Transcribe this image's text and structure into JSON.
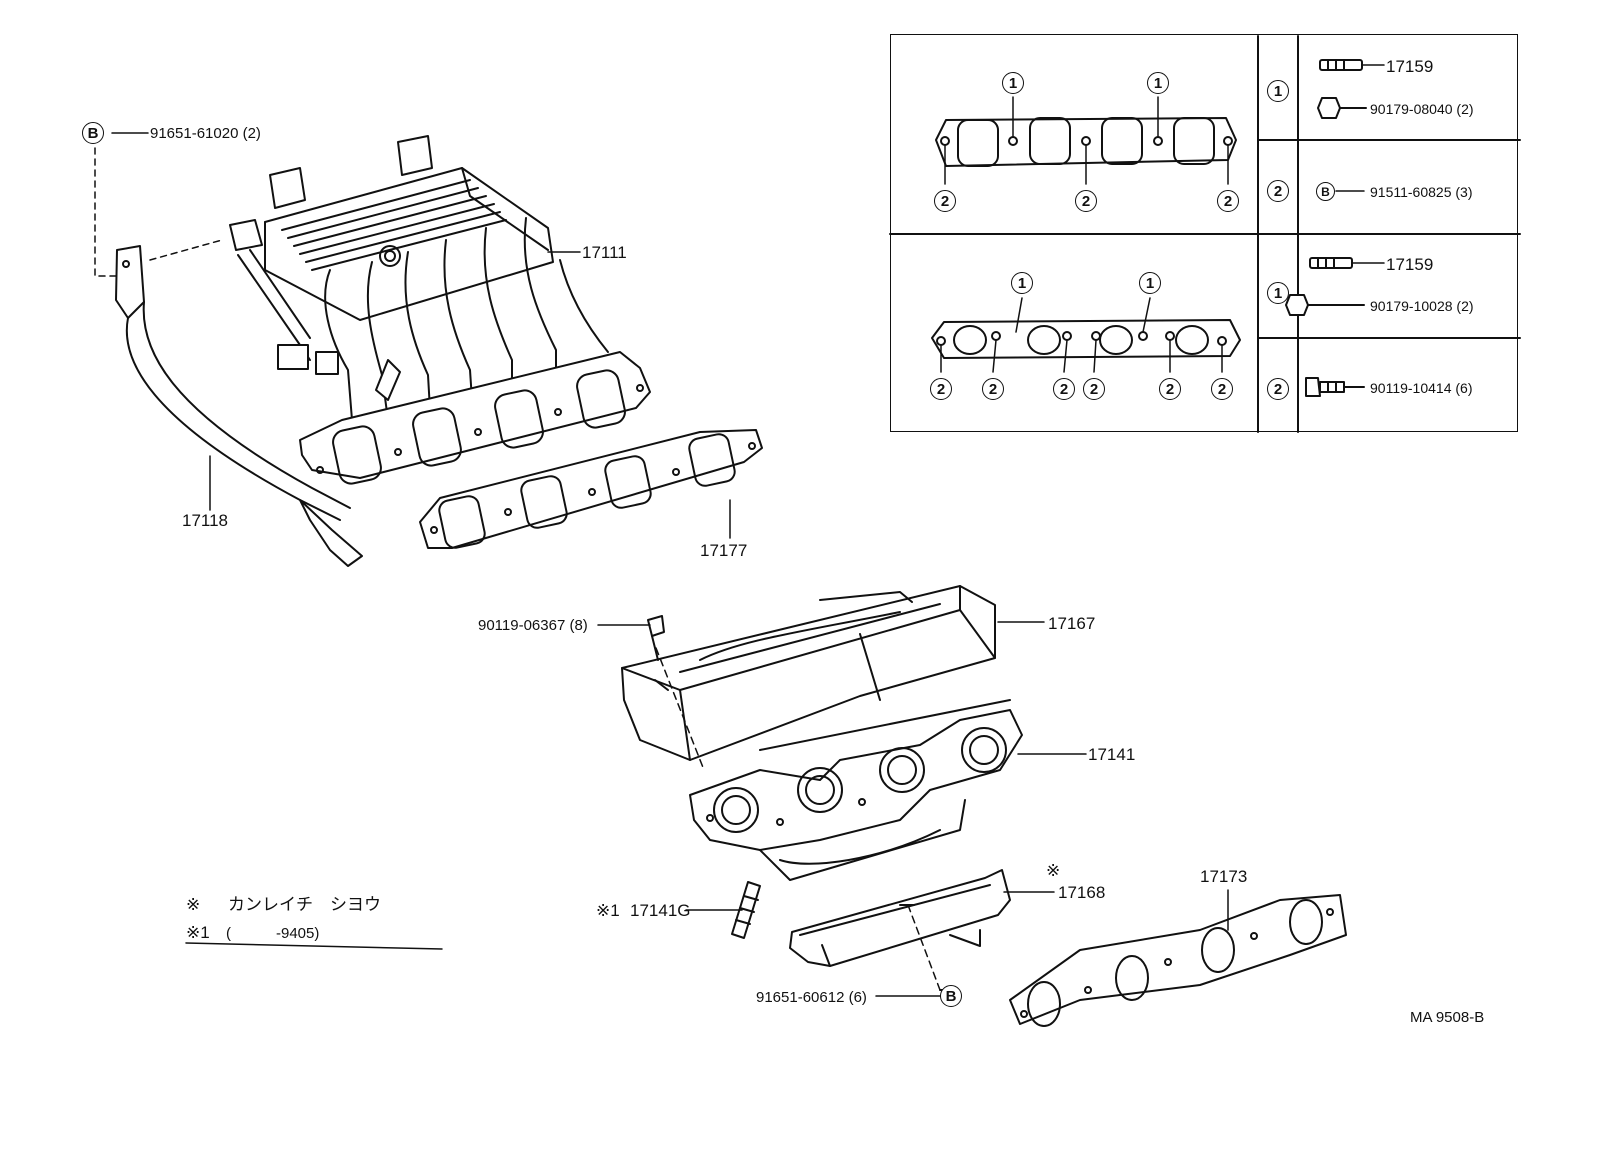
{
  "diagram_code": "MA 9508-B",
  "parts": {
    "intake_manifold": "17111",
    "stay": "17118",
    "intake_gasket": "17177",
    "heat_insulator_upper": "17167",
    "exhaust_manifold": "17141",
    "heat_insulator_lower": "17168",
    "exhaust_gasket": "17173",
    "stud": "17141G"
  },
  "fasteners": {
    "stay_bolt": "91651-61020 (2)",
    "insulator_bolt": "90119-06367 (8)",
    "lower_insulator_bolt": "91651-60612 (6)"
  },
  "markers": {
    "b": "B",
    "one": "1",
    "two": "2",
    "note": "※",
    "note_one": "※1",
    "stud_prefix": "※1"
  },
  "note": {
    "symbol": "※",
    "text": "カンレイチ　シヨウ",
    "line1_symbol": "※1",
    "line1_paren": "(",
    "line1_text": "-9405)"
  },
  "legend": {
    "intake": {
      "row1": [
        {
          "part": "17159"
        },
        {
          "part": "90179-08040 (2)"
        }
      ],
      "row2": [
        {
          "part": "91511-60825 (3)"
        }
      ]
    },
    "exhaust": {
      "row1": [
        {
          "part": "17159"
        },
        {
          "part": "90179-10028 (2)"
        }
      ],
      "row2": [
        {
          "part": "90119-10414 (6)"
        }
      ]
    }
  }
}
